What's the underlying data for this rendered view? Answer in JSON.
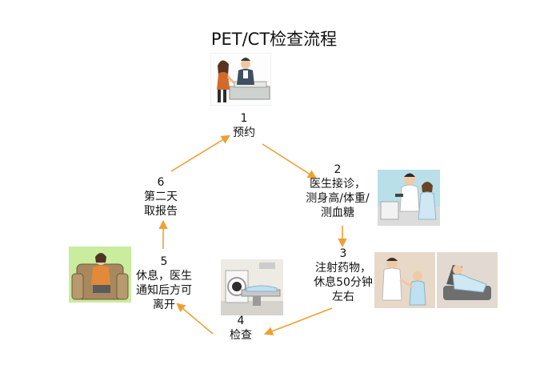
{
  "title": "PET/CT检查流程",
  "accent_color": "#f0a030",
  "steps": [
    {
      "num": "1",
      "lines": [
        "预约"
      ]
    },
    {
      "num": "2",
      "lines": [
        "医生接诊，",
        "测身高/体重/",
        "测血糖"
      ]
    },
    {
      "num": "3",
      "lines": [
        "注射药物，",
        "休息50分钟",
        "左右"
      ]
    },
    {
      "num": "4",
      "lines": [
        "检查"
      ]
    },
    {
      "num": "5",
      "lines": [
        "休息，医生",
        "通知后方可",
        "离开"
      ]
    },
    {
      "num": "6",
      "lines": [
        "第二天",
        "取报告"
      ]
    }
  ],
  "illustrations": [
    "reception-desk-illustration",
    "doctor-consultation-illustration",
    "injection-and-rest-illustration",
    "ct-scanner-illustration",
    "resting-in-armchair-illustration"
  ]
}
